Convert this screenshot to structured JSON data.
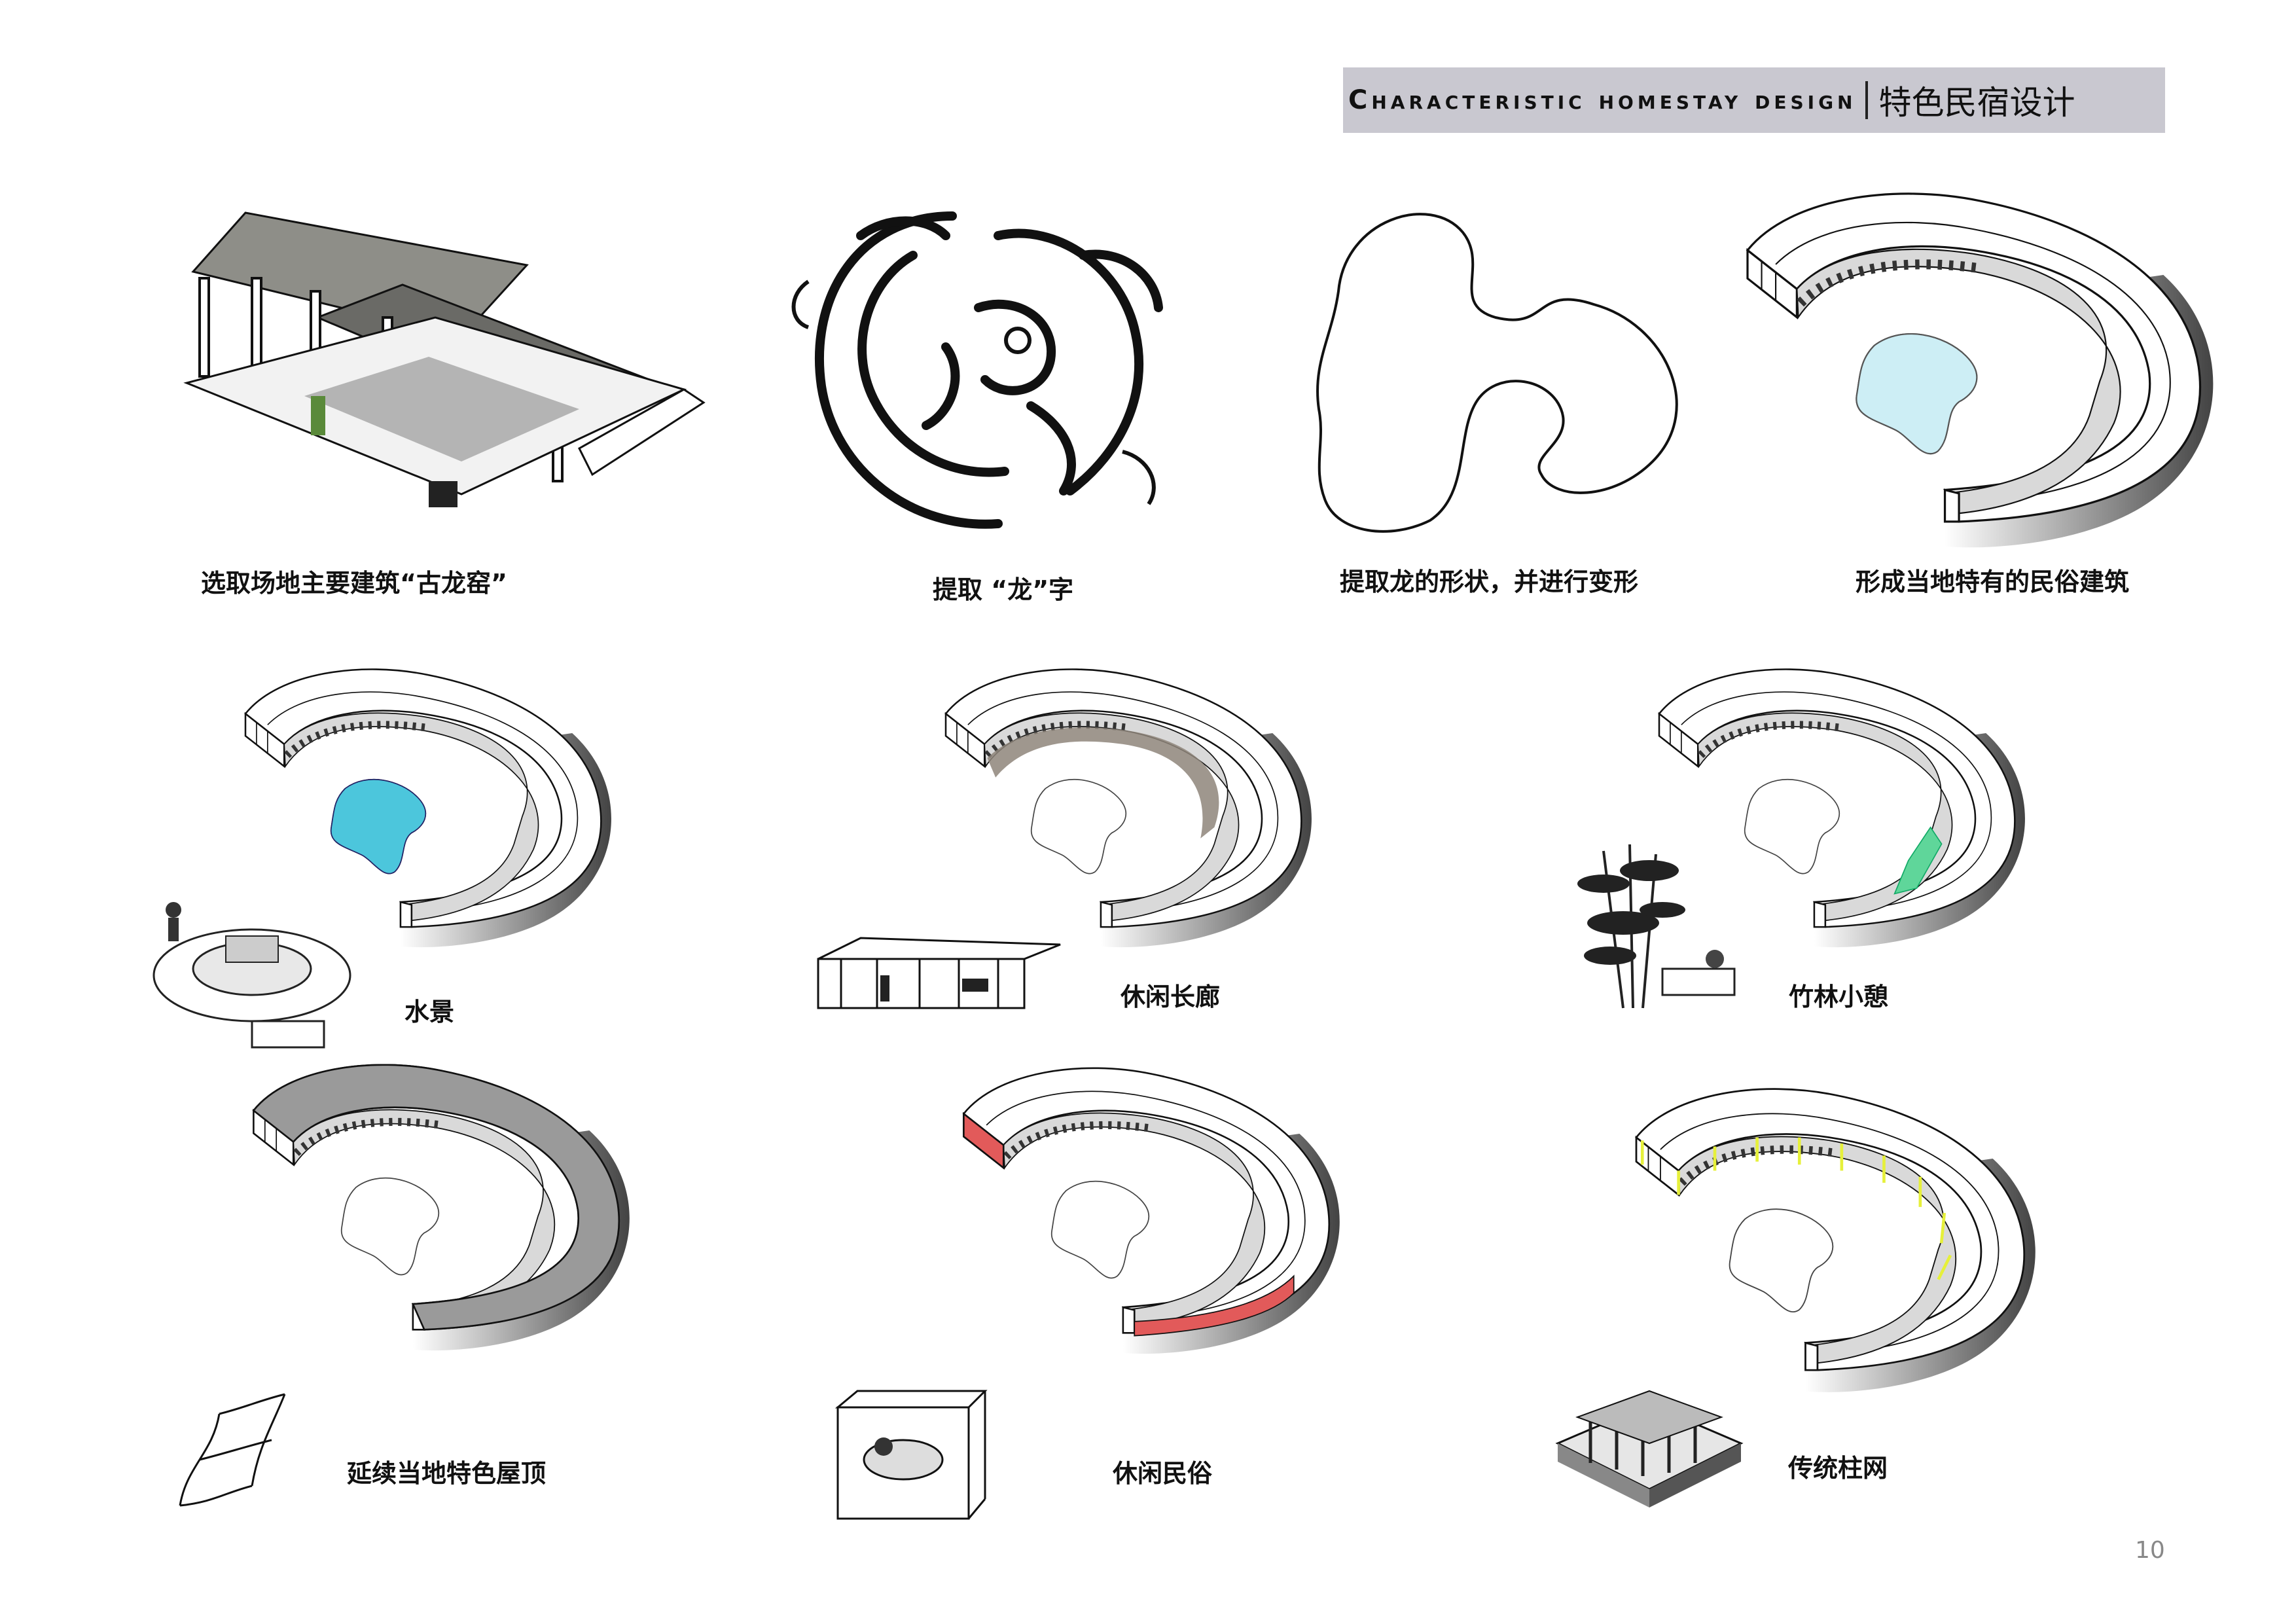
{
  "header": {
    "title_en": "Characteristic homestay design",
    "divider": "|",
    "title_cn": "特色民宿设计"
  },
  "captions": {
    "step1": "选取场地主要建筑“古龙窑”",
    "step2": "提取 “龙”字",
    "step3": "提取龙的形状，并进行变形",
    "step4": "形成当地特有的民俗建筑",
    "water": "水景",
    "corridor": "休闲长廊",
    "bamboo": "竹林小憩",
    "roof": "延续当地特色屋顶",
    "folk": "休闲民俗",
    "columns": "传统柱网"
  },
  "page_number": "10",
  "colors": {
    "banner_bg": "#c9c8d0",
    "pool_light": "#cdeef5",
    "pool_blue": "#4cc6dc",
    "roof_gray": "#9a9a9a",
    "folk_red": "#e25a5a",
    "bamboo_green": "#5fd69a",
    "column_yellow": "#e6f03a",
    "corridor_brown": "#8e857a"
  },
  "icons": {
    "kiln": "ancient-dragon-kiln-building-drawing",
    "dragon": "dragon-character-ink-drawing",
    "outline": "dragon-shape-outline",
    "building": "curved-homestay-building-model"
  }
}
